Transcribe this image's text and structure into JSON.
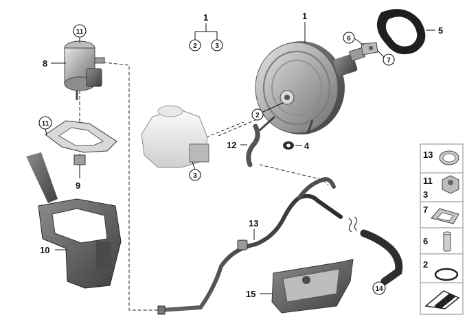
{
  "labels": {
    "top_group": "1",
    "top_sub_a": "2",
    "top_sub_b": "3",
    "booster": "1",
    "seal": "5",
    "clip": "6",
    "fork": "7",
    "callout_11_pump": "11",
    "pump": "8",
    "callout_11_bracket": "11",
    "bracket_clip": "9",
    "holder": "10",
    "check_valve_ring": "2",
    "grommet": "4",
    "vacuum_line": "12",
    "reservoir_ring": "3",
    "hose_clamp": "13",
    "hose_end": "14",
    "cover": "15"
  },
  "legend": {
    "items": [
      {
        "num": "13",
        "icon": "hose-clamp-icon"
      },
      {
        "num": "11",
        "icon": "hex-nut-icon"
      },
      {
        "num": "3",
        "icon": "hex-nut-icon"
      },
      {
        "num": "7",
        "icon": "spring-clip-icon"
      },
      {
        "num": "6",
        "icon": "pin-icon"
      },
      {
        "num": "2",
        "icon": "o-ring-icon"
      }
    ],
    "footer_icon": "direction-arrow-icon"
  }
}
